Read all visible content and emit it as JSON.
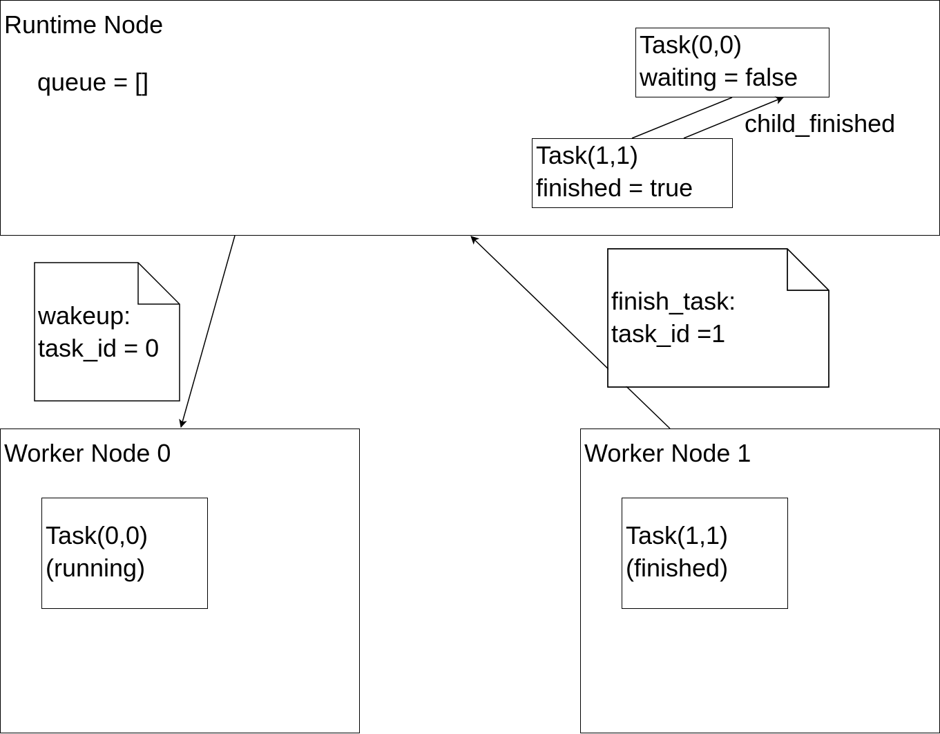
{
  "runtime_node": {
    "title": "Runtime Node",
    "queue": "queue = []",
    "task_parent": {
      "line1": "Task(0,0)",
      "line2": "waiting = false"
    },
    "task_child": {
      "line1": "Task(1,1)",
      "line2": "finished = true"
    },
    "edge_label": "child_finished"
  },
  "messages": {
    "wakeup": {
      "line1": "wakeup:",
      "line2": "task_id = 0"
    },
    "finish": {
      "line1": "finish_task:",
      "line2": "task_id =1"
    }
  },
  "worker0": {
    "title": "Worker Node 0",
    "task": {
      "line1": "Task(0,0)",
      "line2": "(running)"
    }
  },
  "worker1": {
    "title": "Worker Node 1",
    "task": {
      "line1": "Task(1,1)",
      "line2": "(finished)"
    }
  },
  "colors": {
    "stroke": "#000000",
    "background": "#ffffff"
  }
}
